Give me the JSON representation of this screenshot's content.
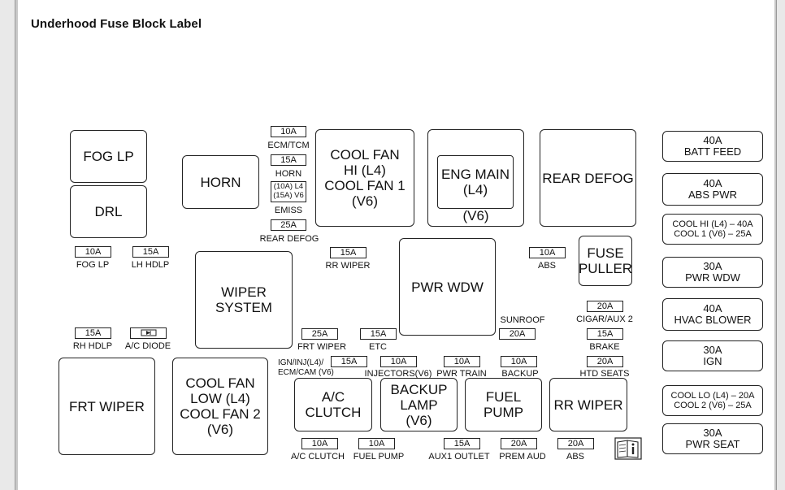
{
  "title": "Underhood Fuse Block Label",
  "relays": [
    {
      "id": "fog-lp",
      "text": "FOG LP"
    },
    {
      "id": "drl",
      "text": "DRL"
    },
    {
      "id": "horn",
      "text": "HORN"
    },
    {
      "id": "cool-fan-hi",
      "text": "COOL FAN\nHI (L4)\nCOOL FAN 1\n(V6)"
    },
    {
      "id": "eng-main",
      "text": "(V6)"
    },
    {
      "id": "eng-main-inner",
      "text": "ENG MAIN\n(L4)"
    },
    {
      "id": "rear-defog",
      "text": "REAR DEFOG"
    },
    {
      "id": "wiper-system",
      "text": "WIPER\nSYSTEM"
    },
    {
      "id": "pwr-wdw",
      "text": "PWR WDW"
    },
    {
      "id": "fuse-puller",
      "text": "FUSE\nPULLER"
    },
    {
      "id": "frt-wiper",
      "text": "FRT WIPER"
    },
    {
      "id": "cool-fan-low",
      "text": "COOL FAN\nLOW (L4)\nCOOL FAN 2\n(V6)"
    },
    {
      "id": "ac-clutch",
      "text": "A/C\nCLUTCH"
    },
    {
      "id": "backup-lamp",
      "text": "BACKUP\nLAMP\n(V6)"
    },
    {
      "id": "fuel-pump",
      "text": "FUEL\nPUMP"
    },
    {
      "id": "rr-wiper",
      "text": "RR WIPER"
    }
  ],
  "right_column": [
    {
      "id": "batt-feed",
      "text": "40A\nBATT FEED"
    },
    {
      "id": "abs-pwr",
      "text": "40A\nABS PWR"
    },
    {
      "id": "cool-hi",
      "text": "COOL HI (L4) – 40A\nCOOL 1 (V6) – 25A"
    },
    {
      "id": "pwr-wdw-30a",
      "text": "30A\nPWR WDW"
    },
    {
      "id": "hvac-blower",
      "text": "40A\nHVAC BLOWER"
    },
    {
      "id": "ign",
      "text": "30A\nIGN"
    },
    {
      "id": "cool-lo",
      "text": "COOL LO (L4) – 20A\nCOOL 2 (V6) – 25A"
    },
    {
      "id": "pwr-seat",
      "text": "30A\nPWR SEAT"
    }
  ],
  "fuses": [
    {
      "id": "ecm-tcm",
      "rating": "10A",
      "label": "ECM/TCM"
    },
    {
      "id": "horn",
      "rating": "15A",
      "label": "HORN"
    },
    {
      "id": "emiss",
      "rating": "(10A) L4\n(15A) V6",
      "label": "EMISS"
    },
    {
      "id": "rear-defog",
      "rating": "25A",
      "label": "REAR DEFOG"
    },
    {
      "id": "fog-lp",
      "rating": "10A",
      "label": "FOG LP"
    },
    {
      "id": "lh-hdlp",
      "rating": "15A",
      "label": "LH HDLP"
    },
    {
      "id": "rr-wiper",
      "rating": "15A",
      "label": "RR WIPER"
    },
    {
      "id": "abs",
      "rating": "10A",
      "label": "ABS"
    },
    {
      "id": "sunroof",
      "rating": "20A",
      "label": "SUNROOF"
    },
    {
      "id": "cigar-aux",
      "rating": "20A",
      "label": "CIGAR/AUX 2"
    },
    {
      "id": "rh-hdlp",
      "rating": "15A",
      "label": "RH HDLP"
    },
    {
      "id": "ac-diode",
      "rating": "",
      "label": "A/C DIODE"
    },
    {
      "id": "frt-wiper",
      "rating": "25A",
      "label": "FRT WIPER"
    },
    {
      "id": "etc",
      "rating": "15A",
      "label": "ETC"
    },
    {
      "id": "brake",
      "rating": "15A",
      "label": "BRAKE"
    },
    {
      "id": "ign-inj",
      "rating": "15A",
      "label": "IGN/INJ(L4)/\nECM/CAM (V6)"
    },
    {
      "id": "injectors",
      "rating": "10A",
      "label": "INJECTORS(V6)"
    },
    {
      "id": "pwr-train",
      "rating": "10A",
      "label": "PWR TRAIN"
    },
    {
      "id": "backup",
      "rating": "10A",
      "label": "BACKUP"
    },
    {
      "id": "htd-seats",
      "rating": "20A",
      "label": "HTD SEATS"
    },
    {
      "id": "ac-clutch",
      "rating": "10A",
      "label": "A/C CLUTCH"
    },
    {
      "id": "fuel-pump",
      "rating": "10A",
      "label": "FUEL PUMP"
    },
    {
      "id": "aux1-outlet",
      "rating": "15A",
      "label": "AUX1 OUTLET"
    },
    {
      "id": "prem-aud",
      "rating": "20A",
      "label": "PREM AUD"
    },
    {
      "id": "abs2",
      "rating": "20A",
      "label": "ABS"
    }
  ],
  "icons": {
    "diode": "diode-icon",
    "manual": "owner-manual-icon"
  }
}
